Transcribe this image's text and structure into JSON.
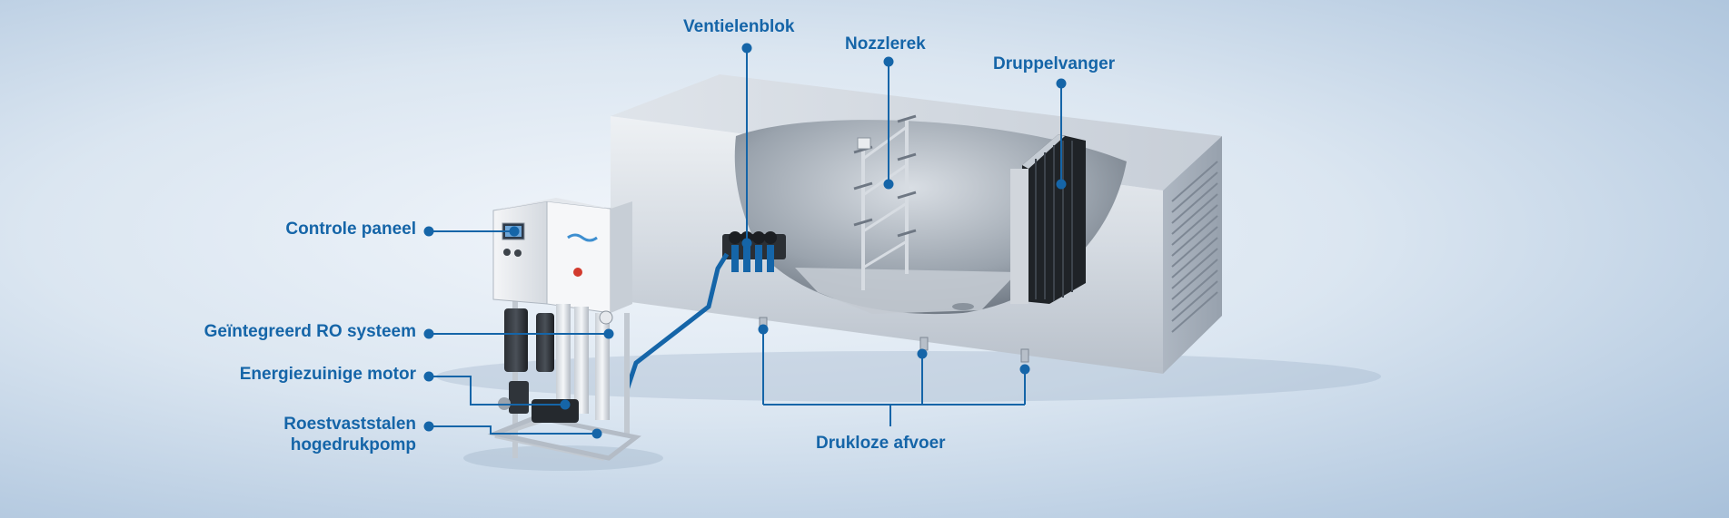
{
  "colors": {
    "accent": "#1565a8",
    "steel_light": "#e6eaef",
    "steel_mid": "#c3cad3",
    "steel_dark": "#8f98a3"
  },
  "labels": {
    "ventielenblok": "Ventielenblok",
    "nozzlerek": "Nozzlerek",
    "druppelvanger": "Druppelvanger",
    "controle_paneel": "Controle paneel",
    "ro_systeem": "Geïntegreerd RO systeem",
    "motor": "Energiezuinige motor",
    "pomp_line1": "Roestvaststalen",
    "pomp_line2": "hogedrukpomp",
    "afvoer": "Drukloze afvoer"
  }
}
